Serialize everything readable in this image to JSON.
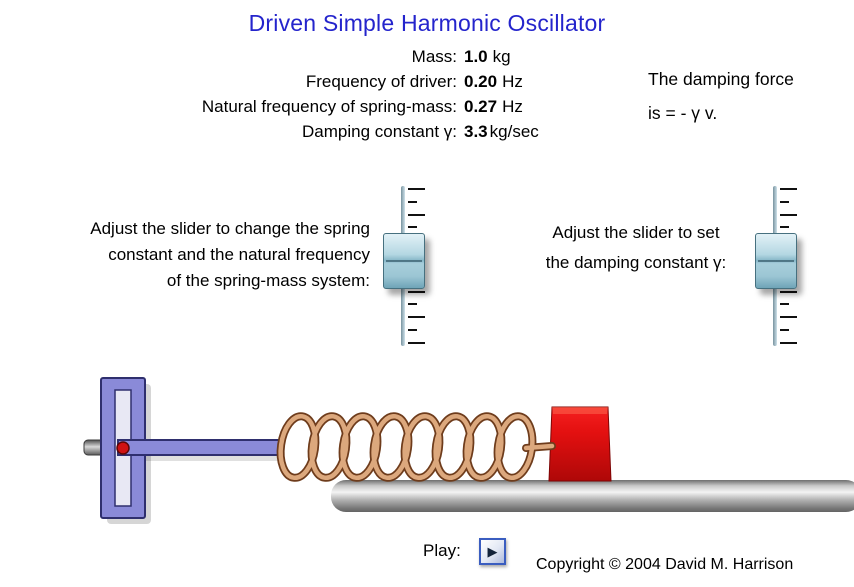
{
  "title": "Driven Simple Harmonic Oscillator",
  "colors": {
    "title_blue": "#2424cc",
    "mass_block_red": "#e31010",
    "slider_handle_blue": "#a7cedb",
    "spring_tan": "#dca87d",
    "driver_purple": "#8a8ad8",
    "track_gray": "#b2b2b2"
  },
  "parameters": {
    "rows": [
      {
        "label": "Mass:",
        "value": "1.0",
        "unit": "kg"
      },
      {
        "label": "Frequency of driver:",
        "value": "0.20",
        "unit": "Hz"
      },
      {
        "label": "Natural frequency of spring-mass:",
        "value": "0.27",
        "unit": "Hz"
      },
      {
        "label": "Damping constant γ:",
        "value": "3.3",
        "unit": "kg/sec"
      }
    ]
  },
  "damping_note": {
    "line1": "The damping force",
    "line2": "is = - γ v."
  },
  "spring_slider": {
    "instruction": {
      "line1": "Adjust the slider to change the spring",
      "line2": "constant and the natural frequency",
      "line3": "of the spring-mass system:"
    }
  },
  "damping_slider": {
    "instruction": {
      "line1": "Adjust the slider to set",
      "line2": "the damping constant γ:"
    }
  },
  "play": {
    "label": "Play:",
    "icon": "▶"
  },
  "copyright": "Copyright © 2004 David M. Harrison"
}
